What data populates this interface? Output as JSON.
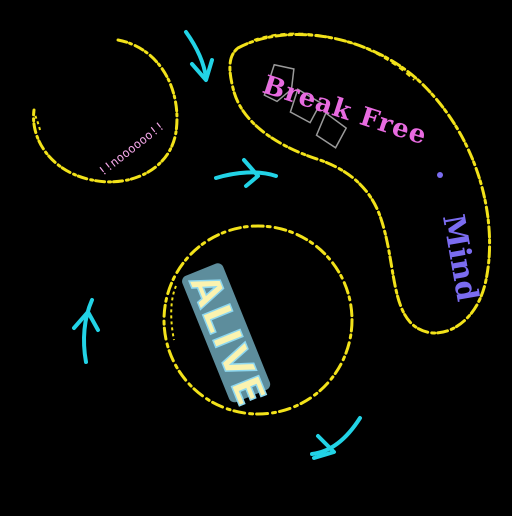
{
  "canvas": {
    "background": "#000000"
  },
  "colors": {
    "outline_yellow": "#F2E21A",
    "arrow_cyan": "#22D3E6",
    "pink": "#F4A6E8",
    "magenta": "#E86BE0",
    "violet": "#7B6CF0",
    "pale_yellow": "#FBF3B0",
    "light_blue": "#8FD8F0",
    "gray_outline": "#9A9A9A"
  },
  "labels": {
    "top_left_loop": "!!noooooo!!",
    "upper_panel": "Break Free",
    "right_band": "Mind",
    "center_circle": "ALIVE"
  },
  "icons": [
    "arrow-top-icon",
    "arrow-middle-icon",
    "arrow-left-icon",
    "arrow-bottom-icon"
  ]
}
